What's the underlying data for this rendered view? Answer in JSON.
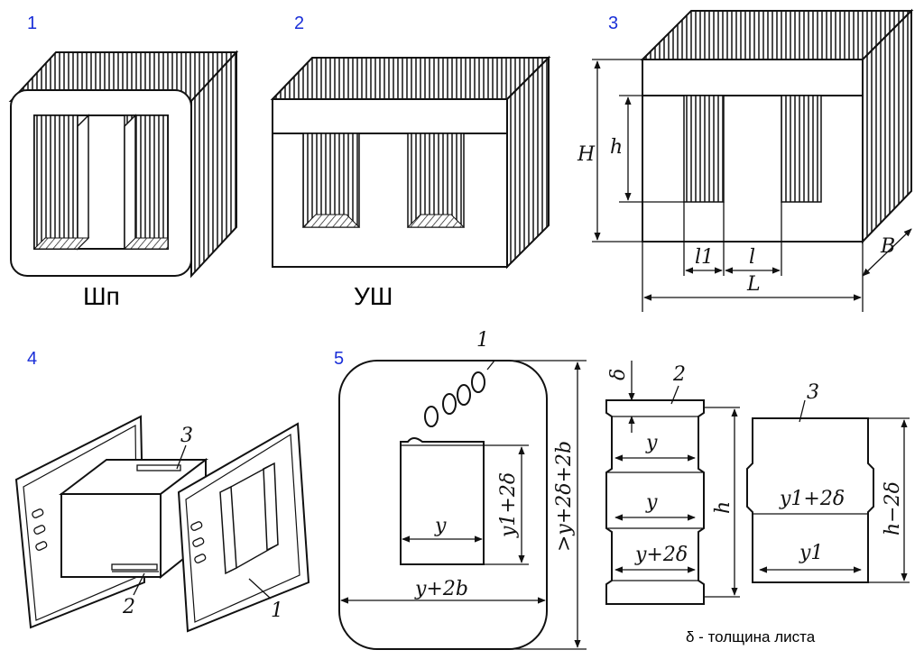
{
  "panels": [
    {
      "number": "1",
      "caption": "Шп"
    },
    {
      "number": "2",
      "caption": "УШ"
    },
    {
      "number": "3",
      "caption": ""
    },
    {
      "number": "4",
      "caption": ""
    },
    {
      "number": "5",
      "caption": ""
    }
  ],
  "fig3": {
    "H": "H",
    "h": "h",
    "l1": "l1",
    "l": "l",
    "L": "L",
    "B": "B"
  },
  "fig4": {
    "part1": "1",
    "part2": "2",
    "part3": "3"
  },
  "fig5": {
    "part1": "1",
    "part2": "2",
    "part3": "3",
    "y": "y",
    "y1_2d": "y1+2δ",
    "y_2b": "y+2b",
    "outer": ">y+2δ+2b",
    "delta": "δ",
    "y_top": "y",
    "y_mid": "y",
    "y_2d": "y+2δ",
    "h": "h",
    "y1_2d_b": "y1+2δ",
    "y1": "y1",
    "h_2d": "h−2δ",
    "legend": "δ - толщина листа"
  }
}
